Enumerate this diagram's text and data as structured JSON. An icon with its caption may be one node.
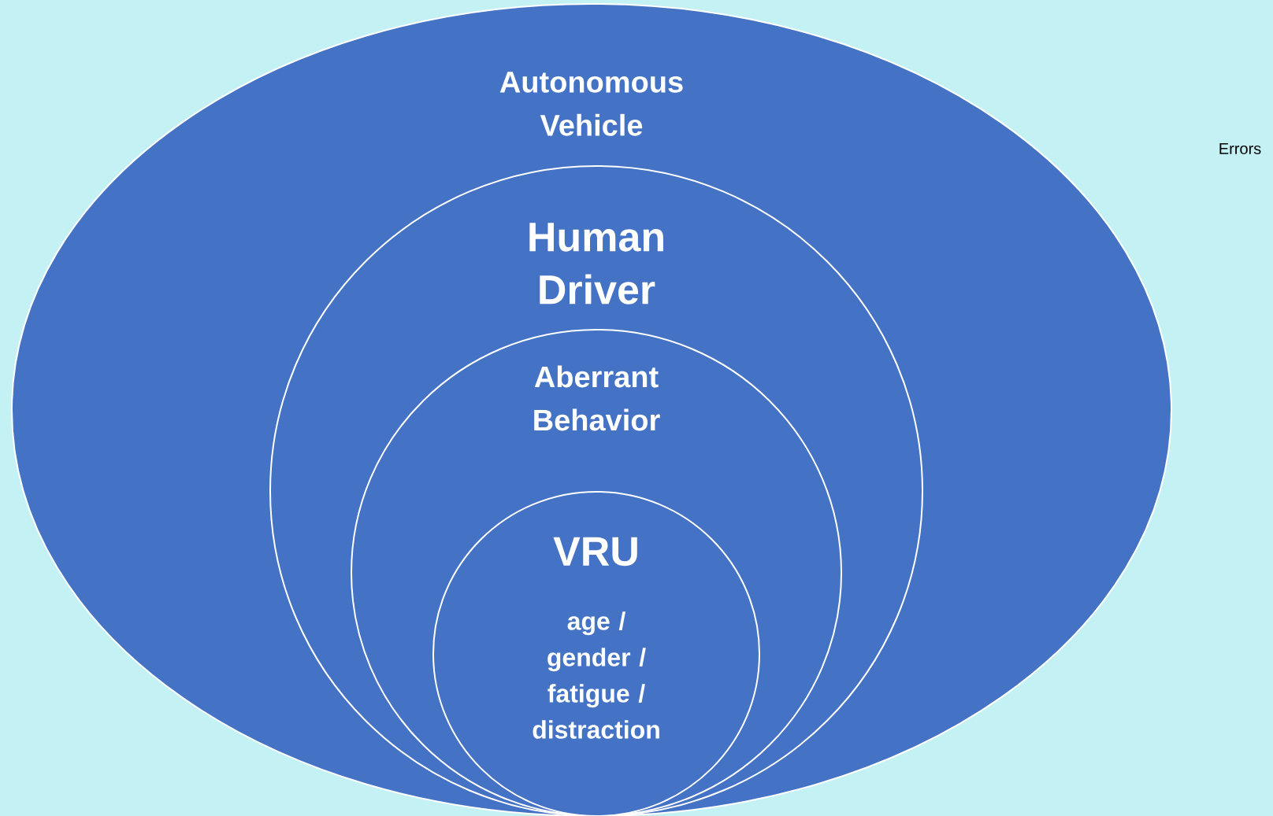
{
  "diagram": {
    "nodes": [
      {
        "text": [
          "Autonomous Vehicle"
        ]
      },
      {
        "text": [
          "Human Driver"
        ],
        "in": 0
      },
      {
        "text": [
          "Aberrant Behavior"
        ],
        "in": 1
      },
      {
        "text": [
          "VRU",
          "age / gender / fatigue / distraction"
        ],
        "in": 2
      }
    ],
    "labels": [
      "Errors"
    ]
  }
}
